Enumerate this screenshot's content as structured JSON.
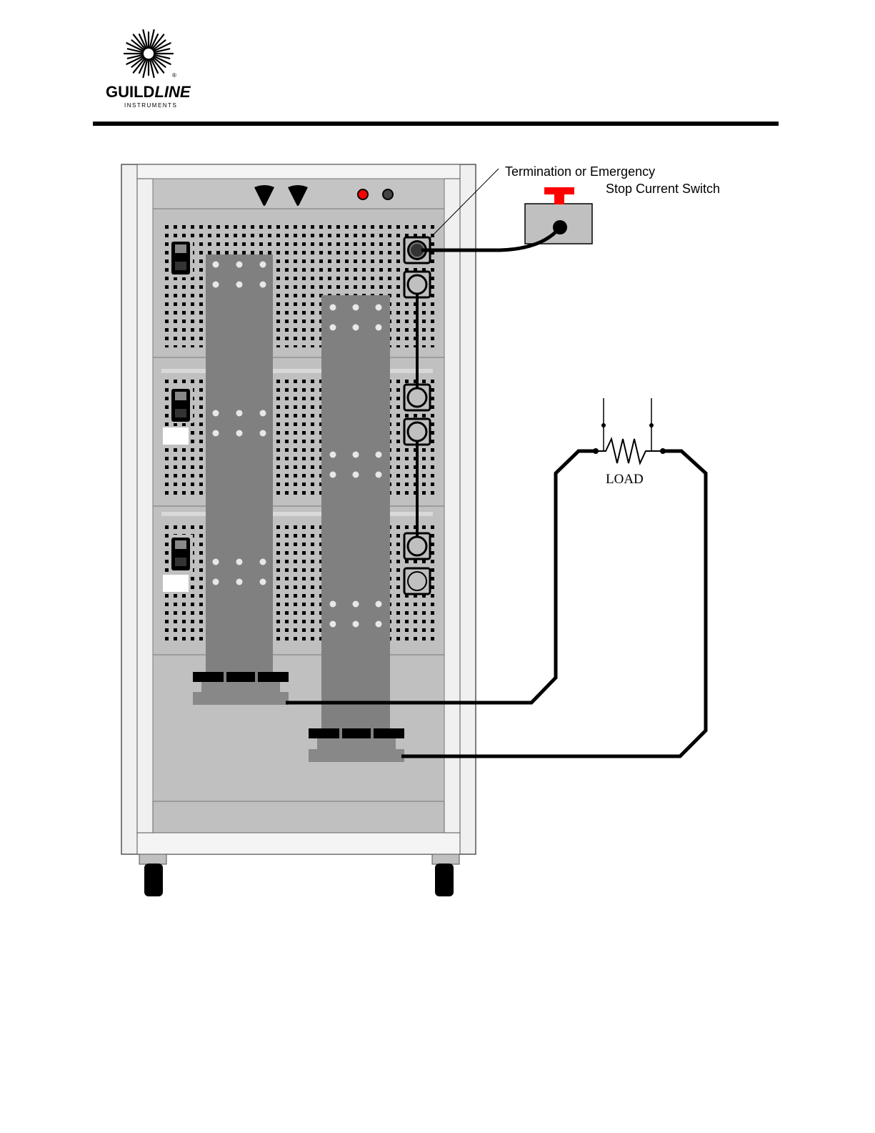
{
  "header": {
    "brand_name_part1": "GUILD",
    "brand_name_part2": "LINE",
    "brand_sub": "INSTRUMENTS",
    "registered_mark": "®"
  },
  "callouts": {
    "switch_line1": "Termination or Emergency",
    "switch_line2": "Stop Current Switch",
    "load_label": "LOAD"
  },
  "colors": {
    "cabinet_light": "#e8e8e8",
    "panel": "#c0c0c0",
    "bus_bar": "#808080",
    "cable": "#000000",
    "stop_button": "#ff0000"
  }
}
